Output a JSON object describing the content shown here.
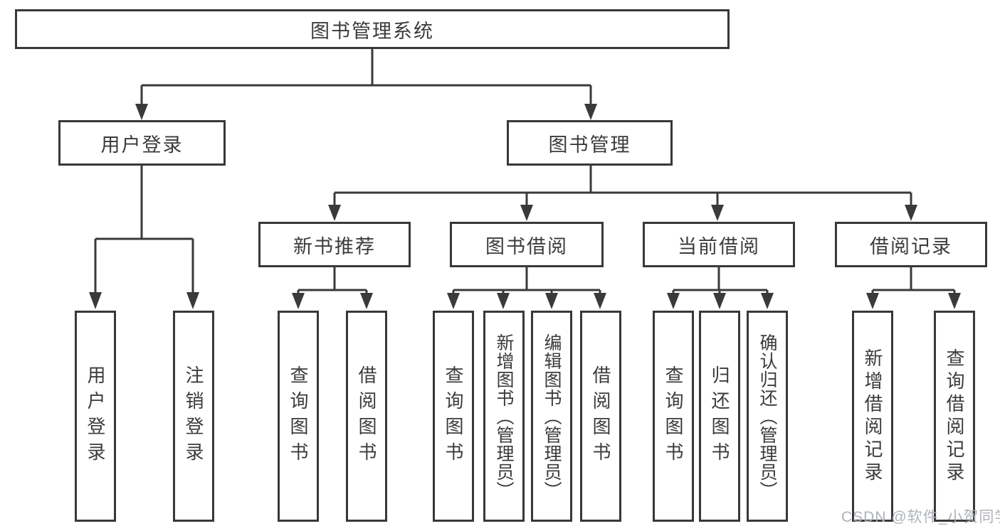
{
  "title": "图书管理系统",
  "nodes": {
    "user_login": {
      "label": "用户登录",
      "children": [
        "用户登录",
        "注销登录"
      ]
    },
    "book_mgmt": {
      "label": "图书管理"
    },
    "new_book": {
      "label": "新书推荐",
      "children": [
        "查询图书",
        "借阅图书"
      ]
    },
    "borrow": {
      "label": "图书借阅",
      "children": [
        "查询图书",
        "新增图书（管理员）",
        "编辑图书（管理员）",
        "借阅图书"
      ]
    },
    "current": {
      "label": "当前借阅",
      "children": [
        "查询图书",
        "归还图书",
        "确认归还（管理员）"
      ]
    },
    "records": {
      "label": "借阅记录",
      "children": [
        "新增借阅记录",
        "查询借阅记录"
      ]
    }
  },
  "watermark": "CSDN @软件_小贺同学",
  "colors": {
    "line": "#3a3a3a",
    "border": "#383838",
    "text": "#3b3b3b",
    "watermark": "#aaaeb5",
    "background": "#ffffff"
  }
}
